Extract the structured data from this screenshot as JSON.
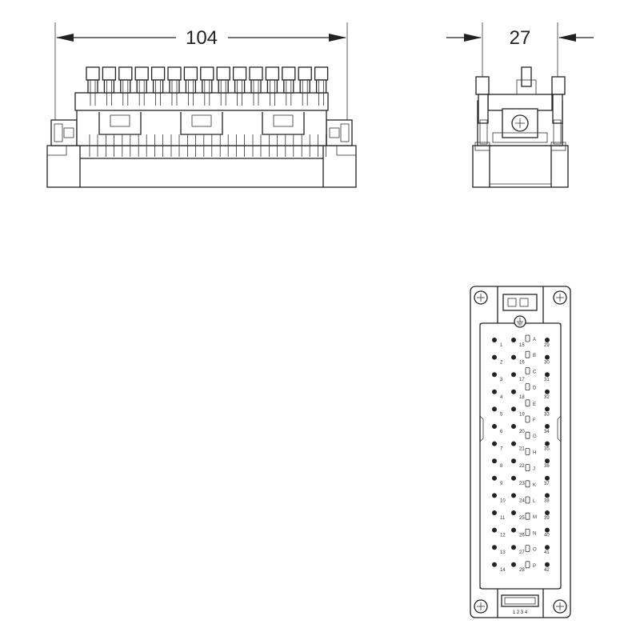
{
  "dimensions": {
    "width_label": "104",
    "depth_label": "27"
  },
  "bottom_view": {
    "ground_symbol": "ground-symbol-icon",
    "left_column_labels": [
      "1",
      "2",
      "3",
      "4",
      "5",
      "6",
      "7",
      "8",
      "9",
      "10",
      "11",
      "12",
      "13",
      "14"
    ],
    "middle_column_labels": [
      "15",
      "16",
      "17",
      "18",
      "19",
      "20",
      "21",
      "22",
      "23",
      "24",
      "25",
      "26",
      "27",
      "28"
    ],
    "right_column_labels": [
      "29",
      "30",
      "31",
      "32",
      "33",
      "34",
      "35",
      "36",
      "37",
      "38",
      "39",
      "40",
      "41",
      "42"
    ],
    "center_column_labels": [
      "A",
      "B",
      "C",
      "D",
      "E",
      "F",
      "G",
      "H",
      "J",
      "K",
      "L",
      "M",
      "N",
      "O",
      "P"
    ],
    "part_marking": "1 2 3 4"
  }
}
